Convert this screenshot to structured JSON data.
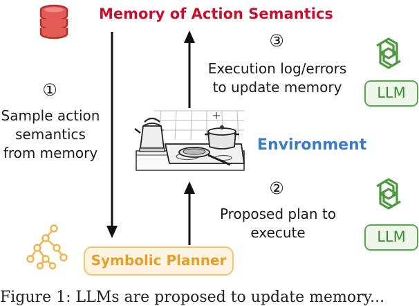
{
  "memory": {
    "title": "Memory of Action Semantics"
  },
  "environment": {
    "label": "Environment"
  },
  "planner": {
    "label": "Symbolic Planner"
  },
  "steps": [
    {
      "number": "①",
      "lines": [
        "Sample action",
        "semantics",
        "from memory"
      ]
    },
    {
      "number": "②",
      "lines": [
        "Proposed plan to",
        "execute"
      ]
    },
    {
      "number": "③",
      "lines": [
        "Execution log/errors",
        "to update memory"
      ]
    }
  ],
  "llm": {
    "label": "LLM"
  },
  "caption": "Figure 1: LLMs are proposed to update memory..."
}
